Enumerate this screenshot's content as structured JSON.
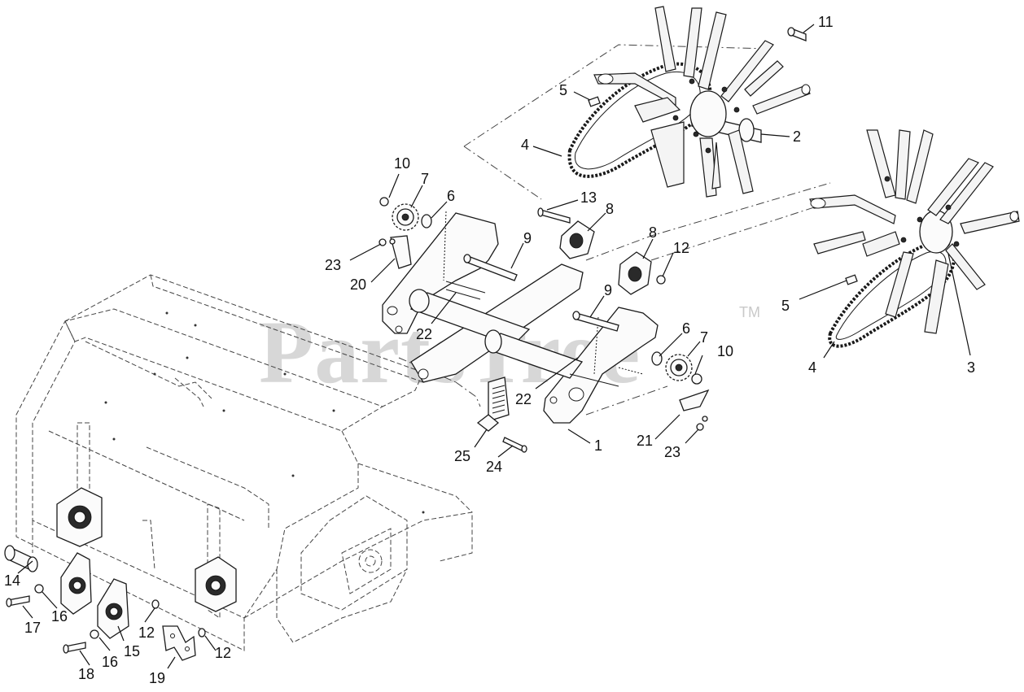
{
  "watermark": {
    "text": "PartsTree",
    "tm": "TM"
  },
  "callouts": [
    {
      "id": "c1",
      "label": "1"
    },
    {
      "id": "c2",
      "label": "2"
    },
    {
      "id": "c3",
      "label": "3"
    },
    {
      "id": "c4a",
      "label": "4"
    },
    {
      "id": "c4b",
      "label": "4"
    },
    {
      "id": "c5a",
      "label": "5"
    },
    {
      "id": "c5b",
      "label": "5"
    },
    {
      "id": "c6a",
      "label": "6"
    },
    {
      "id": "c6b",
      "label": "6"
    },
    {
      "id": "c7a",
      "label": "7"
    },
    {
      "id": "c7b",
      "label": "7"
    },
    {
      "id": "c8a",
      "label": "8"
    },
    {
      "id": "c8b",
      "label": "8"
    },
    {
      "id": "c9a",
      "label": "9"
    },
    {
      "id": "c9b",
      "label": "9"
    },
    {
      "id": "c10a",
      "label": "10"
    },
    {
      "id": "c10b",
      "label": "10"
    },
    {
      "id": "c11",
      "label": "11"
    },
    {
      "id": "c12a",
      "label": "12"
    },
    {
      "id": "c12b",
      "label": "12"
    },
    {
      "id": "c12c",
      "label": "12"
    },
    {
      "id": "c13",
      "label": "13"
    },
    {
      "id": "c14",
      "label": "14"
    },
    {
      "id": "c15",
      "label": "15"
    },
    {
      "id": "c16a",
      "label": "16"
    },
    {
      "id": "c16b",
      "label": "16"
    },
    {
      "id": "c17",
      "label": "17"
    },
    {
      "id": "c18",
      "label": "18"
    },
    {
      "id": "c19",
      "label": "19"
    },
    {
      "id": "c20",
      "label": "20"
    },
    {
      "id": "c21",
      "label": "21"
    },
    {
      "id": "c22a",
      "label": "22"
    },
    {
      "id": "c22b",
      "label": "22"
    },
    {
      "id": "c23a",
      "label": "23"
    },
    {
      "id": "c23b",
      "label": "23"
    },
    {
      "id": "c24",
      "label": "24"
    },
    {
      "id": "c25",
      "label": "25"
    }
  ]
}
